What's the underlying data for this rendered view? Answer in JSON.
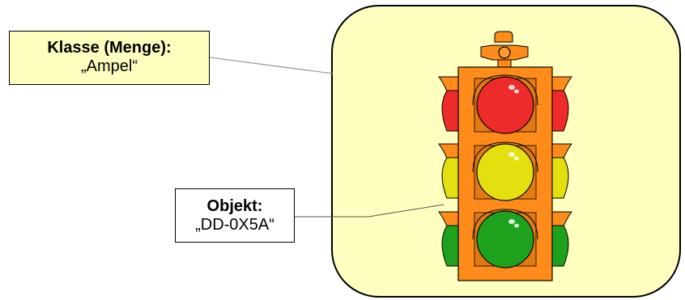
{
  "class_label": {
    "heading": "Klasse (Menge):",
    "value": "„Ampel“"
  },
  "object_label": {
    "heading": "Objekt:",
    "value": "„DD-0X5A“"
  },
  "colors": {
    "set_background": "#ffffc0",
    "housing": "#ff8c1a",
    "red_lamp": "#ee2b2b",
    "yellow_lamp": "#e4e010",
    "green_lamp": "#1ea21e"
  }
}
